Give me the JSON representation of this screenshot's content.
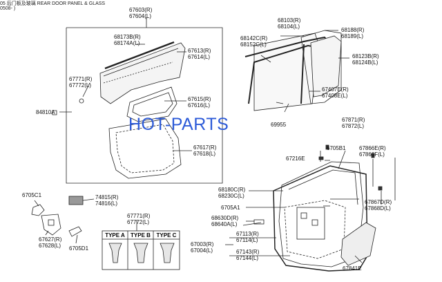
{
  "header": {
    "line1": "05 后门板及玻璃 REAR DOOR PANEL & GLASS",
    "line2": "0508-    )"
  },
  "watermark": "HOT-PARTS",
  "labels": {
    "l67603": "67603(R)",
    "l67604": "67604(L)",
    "l68173": "68173B(R)",
    "l68174": "68174A(L)",
    "l67613": "67613(R)",
    "l67614": "67614(L)",
    "l67771a": "67771(R)",
    "l67772a": "67772(L)",
    "l67615": "67615(R)",
    "l67616": "67616(L)",
    "l84810": "84810A",
    "l67617": "67617(R)",
    "l67618": "67618(L)",
    "l68103": "68103(R)",
    "l68104": "68104(L)",
    "l68142": "68142C(R)",
    "l68152": "68152C(L)",
    "l68188": "68188(R)",
    "l68189": "68189(L)",
    "l68123": "68123B(R)",
    "l68124": "68124B(L)",
    "l67407": "67407E(R)",
    "l67408": "67408E(L)",
    "l69955": "69955",
    "l67871": "67871(R)",
    "l67872": "67872(L)",
    "l6705b1": "6705B1",
    "l67866": "67866E(R)",
    "l67866f": "67866F(L)",
    "l67216": "67216E",
    "l68180": "68180C(R)",
    "l68230": "68230C(L)",
    "l6705a1": "6705A1",
    "l68630": "68630D(R)",
    "l68640": "68640A(L)",
    "l67867": "67867D(R)",
    "l67868": "67868D(L)",
    "l67113": "67113(R)",
    "l67114": "67114(L)",
    "l67003": "67003(R)",
    "l67004": "67004(L)",
    "l67143": "67143(R)",
    "l67144": "67144(L)",
    "l67841": "67841E",
    "l6705c1": "6705C1",
    "l74815": "74815(R)",
    "l74816": "74816(L)",
    "l67771b": "67771(R)",
    "l67772b": "67772(L)",
    "l67627": "67627(R)",
    "l67628": "67628(L)",
    "l6705d1": "6705D1"
  },
  "clip_types": {
    "a": "TYPE A",
    "b": "TYPE B",
    "c": "TYPE C"
  }
}
